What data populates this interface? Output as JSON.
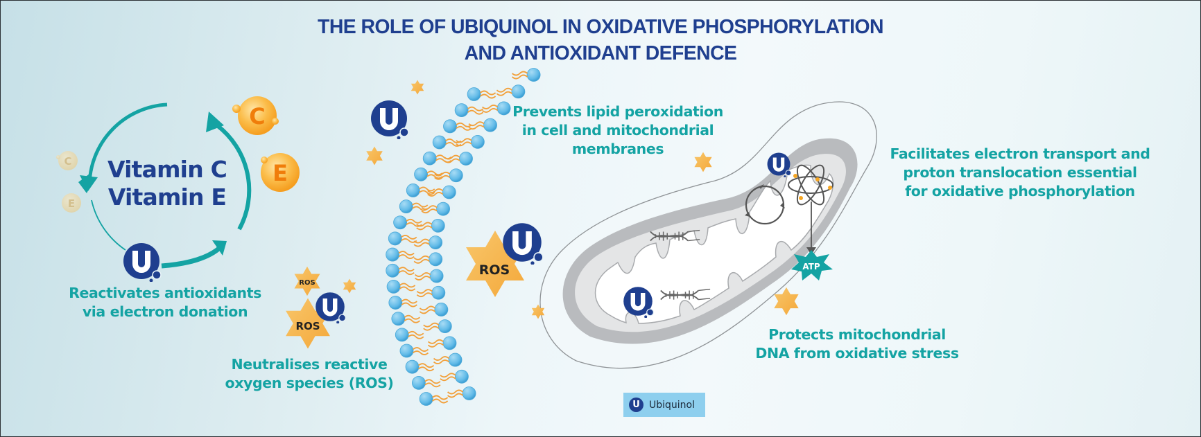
{
  "title": {
    "line1": "THE ROLE OF UBIQUINOL IN OXIDATIVE PHOSPHORYLATION",
    "line2": "AND ANTIOXIDANT DEFENCE"
  },
  "vitamins": {
    "line1": "Vitamin C",
    "line2": "Vitamin E",
    "bubble_c": "C",
    "bubble_e": "E"
  },
  "captions": {
    "reactivates": [
      "Reactivates antioxidants",
      "via electron donation"
    ],
    "neutralises": [
      "Neutralises reactive",
      "oxygen species (ROS)"
    ],
    "prevents": [
      "Prevents lipid peroxidation",
      "in cell and mitochondrial",
      "membranes"
    ],
    "facilitates": [
      "Facilitates electron transport and",
      "proton translocation essential",
      "for oxidative phosphorylation"
    ],
    "protects": [
      "Protects mitochondrial",
      "DNA from oxidative stress"
    ]
  },
  "labels": {
    "ros": "ROS",
    "atp": "ATP",
    "ubiquinol_symbol": "U"
  },
  "legend": {
    "symbol": "U",
    "label": "Ubiquinol"
  },
  "colors": {
    "navy": "#1f3f8f",
    "teal": "#14a3a3",
    "orange": "#f6a623",
    "star": "#f7b955",
    "lipid_head": "#6cc0ea",
    "membrane_gray": "#b5b7ba",
    "legend_bg": "#8ecfee"
  }
}
